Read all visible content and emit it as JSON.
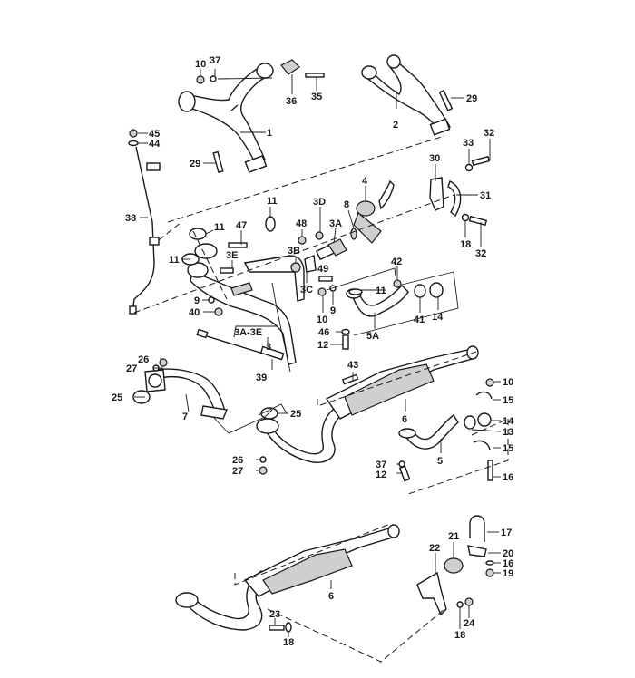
{
  "diagram": {
    "title": "Exhaust system exploded parts diagram",
    "labels": [
      {
        "id": "l10a",
        "text": "10"
      },
      {
        "id": "l37a",
        "text": "37"
      },
      {
        "id": "l36",
        "text": "36"
      },
      {
        "id": "l35",
        "text": "35"
      },
      {
        "id": "l1",
        "text": "1"
      },
      {
        "id": "l45",
        "text": "45"
      },
      {
        "id": "l44",
        "text": "44"
      },
      {
        "id": "l29a",
        "text": "29"
      },
      {
        "id": "l2",
        "text": "2"
      },
      {
        "id": "l29b",
        "text": "29"
      },
      {
        "id": "l33",
        "text": "33"
      },
      {
        "id": "l32a",
        "text": "32"
      },
      {
        "id": "l30",
        "text": "30"
      },
      {
        "id": "l31",
        "text": "31"
      },
      {
        "id": "l18a",
        "text": "18"
      },
      {
        "id": "l32b",
        "text": "32"
      },
      {
        "id": "l38",
        "text": "38"
      },
      {
        "id": "l11a",
        "text": "11"
      },
      {
        "id": "l11b",
        "text": "11"
      },
      {
        "id": "l11c",
        "text": "11"
      },
      {
        "id": "l47",
        "text": "47"
      },
      {
        "id": "l3E",
        "text": "3E"
      },
      {
        "id": "l9a",
        "text": "9"
      },
      {
        "id": "l40",
        "text": "40"
      },
      {
        "id": "l3A3E",
        "text": "3A-3E"
      },
      {
        "id": "l3",
        "text": "3"
      },
      {
        "id": "l39",
        "text": "39"
      },
      {
        "id": "l48",
        "text": "48"
      },
      {
        "id": "l3D",
        "text": "3D"
      },
      {
        "id": "l3A",
        "text": "3A"
      },
      {
        "id": "l3B",
        "text": "3B"
      },
      {
        "id": "l49",
        "text": "49"
      },
      {
        "id": "l3C",
        "text": "3C"
      },
      {
        "id": "l10b",
        "text": "10"
      },
      {
        "id": "l9b",
        "text": "9"
      },
      {
        "id": "l8",
        "text": "8"
      },
      {
        "id": "l4",
        "text": "4"
      },
      {
        "id": "l42",
        "text": "42"
      },
      {
        "id": "l11d",
        "text": "11"
      },
      {
        "id": "l41",
        "text": "41"
      },
      {
        "id": "l14a",
        "text": "14"
      },
      {
        "id": "l5A",
        "text": "5A"
      },
      {
        "id": "l46",
        "text": "46"
      },
      {
        "id": "l12a",
        "text": "12"
      },
      {
        "id": "l26a",
        "text": "26"
      },
      {
        "id": "l27a",
        "text": "27"
      },
      {
        "id": "l25a",
        "text": "25"
      },
      {
        "id": "l7",
        "text": "7"
      },
      {
        "id": "l25b",
        "text": "25"
      },
      {
        "id": "l26b",
        "text": "26"
      },
      {
        "id": "l27b",
        "text": "27"
      },
      {
        "id": "l43",
        "text": "43"
      },
      {
        "id": "l6a",
        "text": "6"
      },
      {
        "id": "l10c",
        "text": "10"
      },
      {
        "id": "l15a",
        "text": "15"
      },
      {
        "id": "l14b",
        "text": "14"
      },
      {
        "id": "l13",
        "text": "13"
      },
      {
        "id": "l15b",
        "text": "15"
      },
      {
        "id": "l16",
        "text": "16"
      },
      {
        "id": "l5",
        "text": "5"
      },
      {
        "id": "l37b",
        "text": "37"
      },
      {
        "id": "l12b",
        "text": "12"
      },
      {
        "id": "l17",
        "text": "17"
      },
      {
        "id": "l21",
        "text": "21"
      },
      {
        "id": "l20",
        "text": "20"
      },
      {
        "id": "l22",
        "text": "22"
      },
      {
        "id": "l16b",
        "text": "16"
      },
      {
        "id": "l19",
        "text": "19"
      },
      {
        "id": "l6b",
        "text": "6"
      },
      {
        "id": "l23",
        "text": "23"
      },
      {
        "id": "l18b",
        "text": "18"
      },
      {
        "id": "l24",
        "text": "24"
      },
      {
        "id": "l18c",
        "text": "18"
      }
    ]
  }
}
